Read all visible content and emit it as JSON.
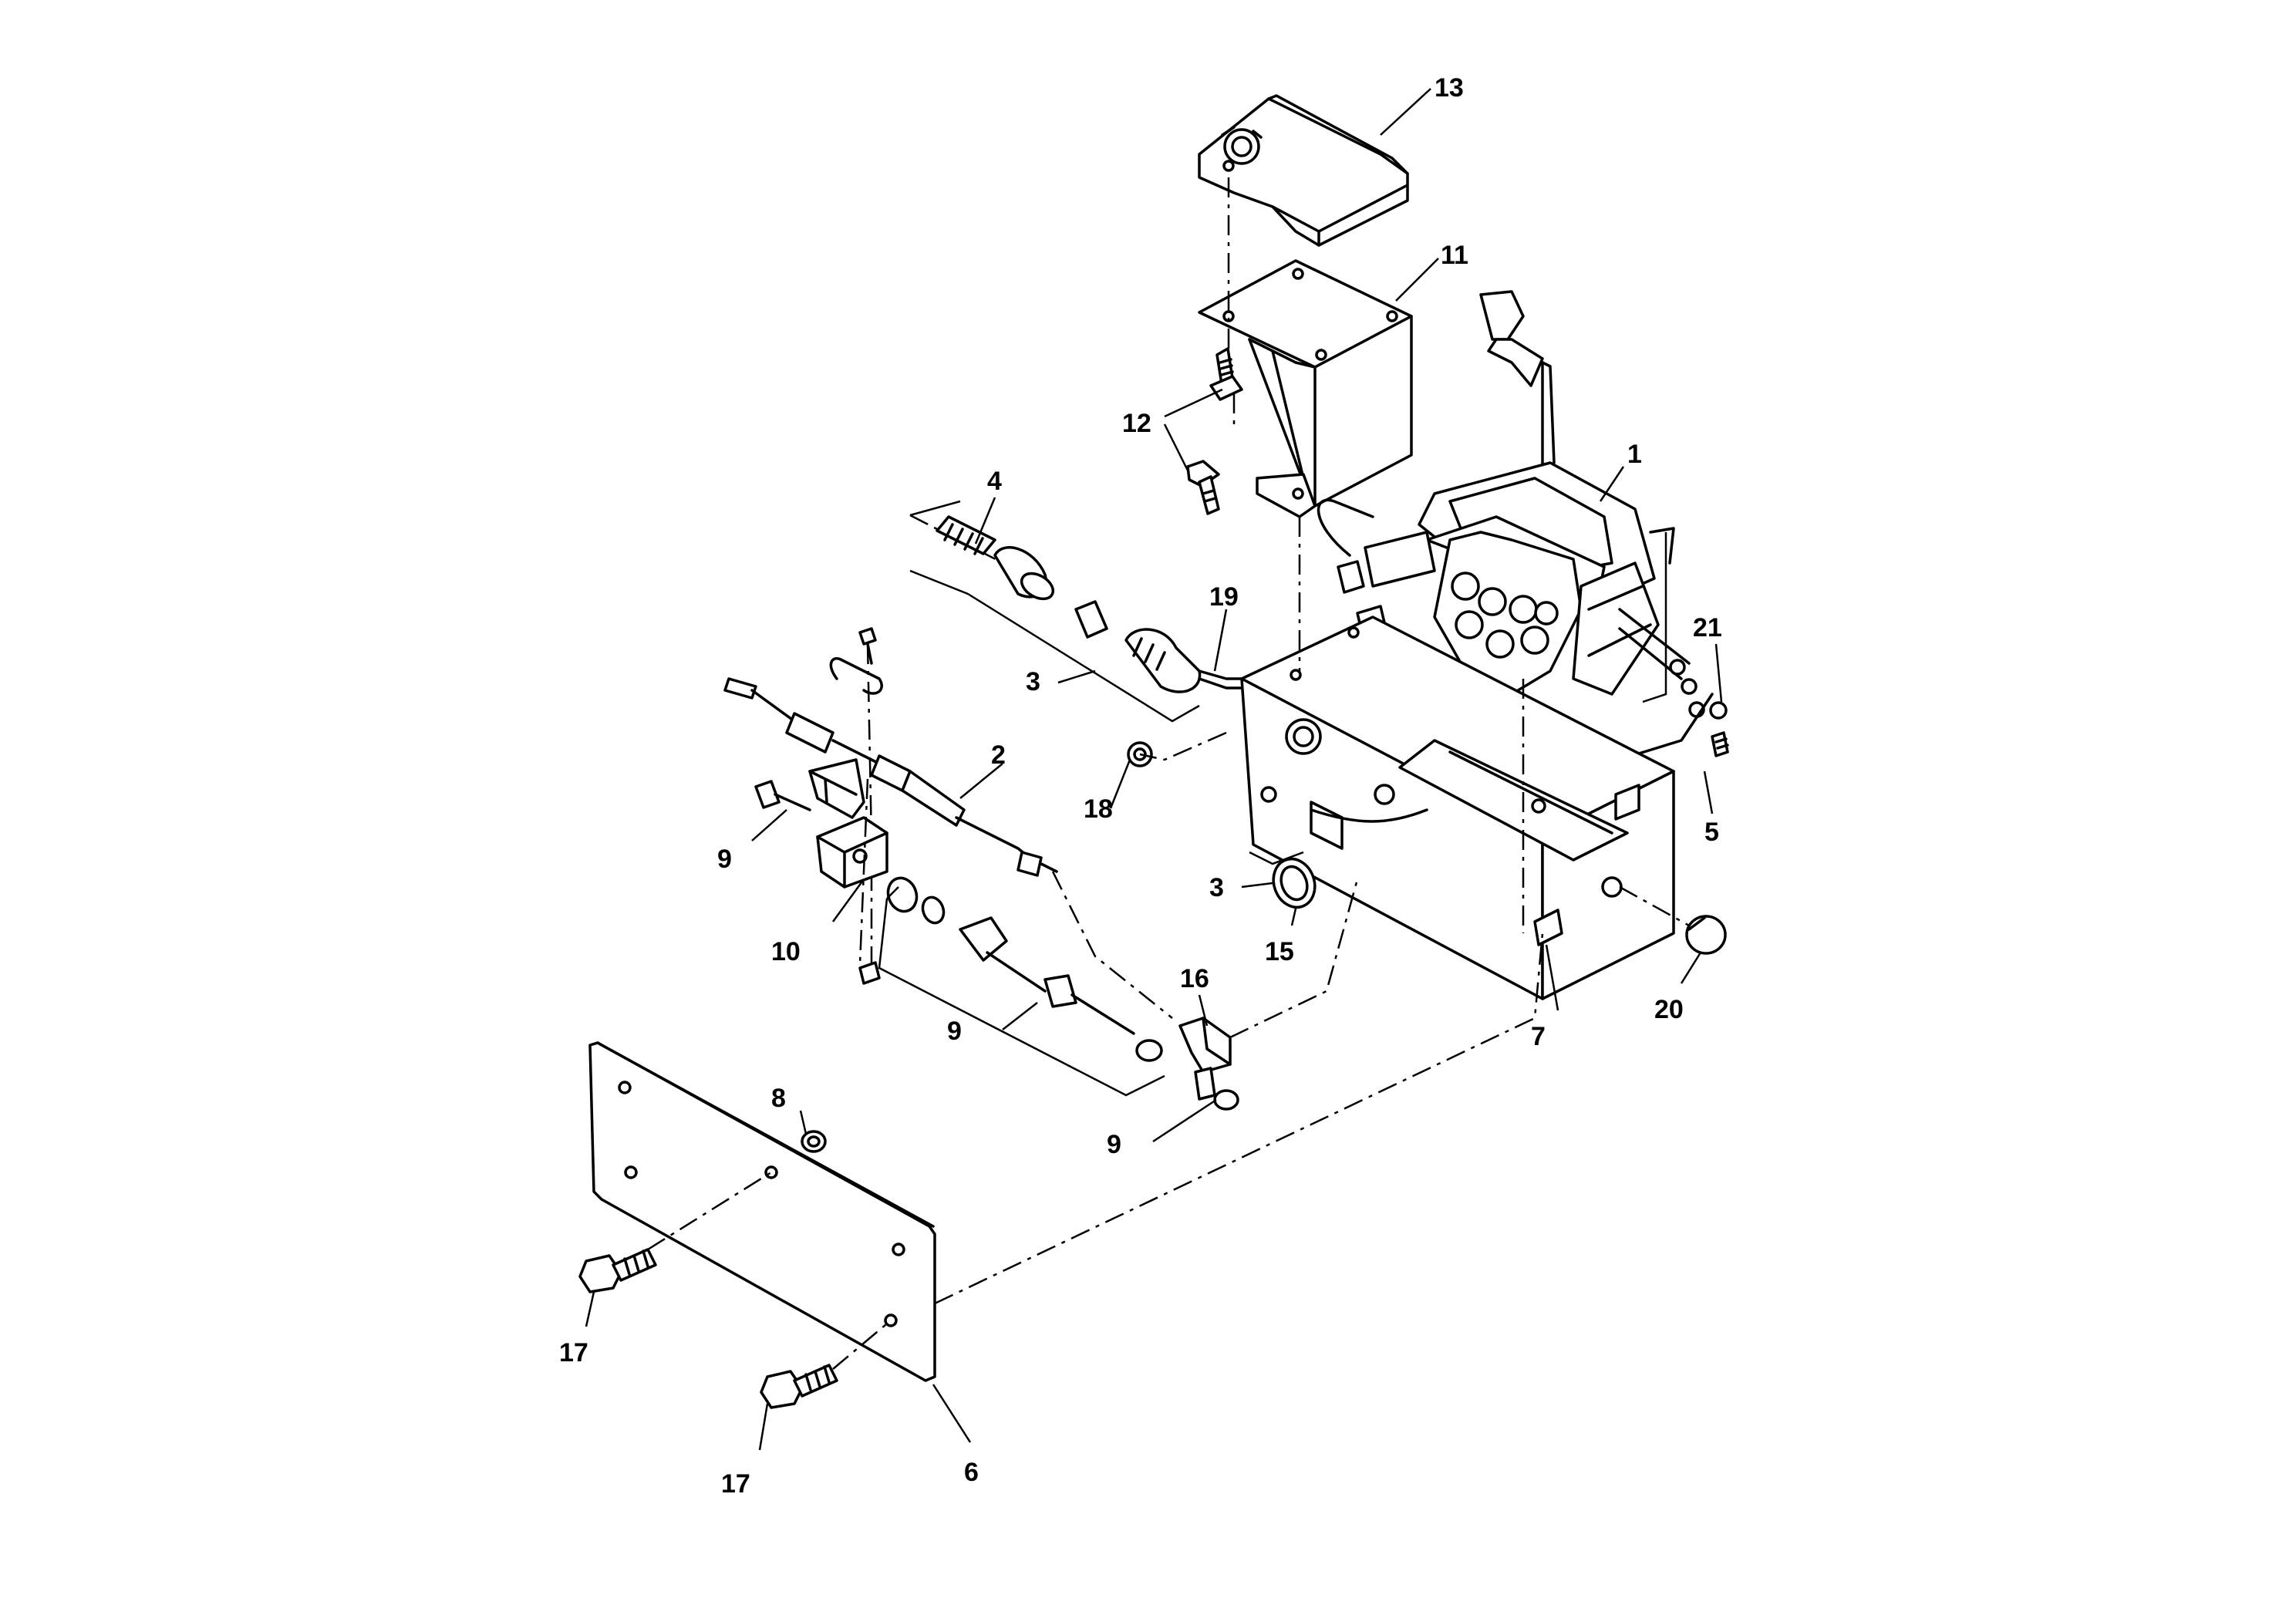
{
  "diagram": {
    "type": "exploded parts diagram",
    "callouts": [
      {
        "id": "c13",
        "text": "13"
      },
      {
        "id": "c11",
        "text": "11"
      },
      {
        "id": "c12",
        "text": "12"
      },
      {
        "id": "c1",
        "text": "1"
      },
      {
        "id": "c4",
        "text": "4"
      },
      {
        "id": "c19",
        "text": "19"
      },
      {
        "id": "c21",
        "text": "21"
      },
      {
        "id": "c3a",
        "text": "3"
      },
      {
        "id": "c2",
        "text": "2"
      },
      {
        "id": "c18",
        "text": "18"
      },
      {
        "id": "c5",
        "text": "5"
      },
      {
        "id": "c9a",
        "text": "9"
      },
      {
        "id": "c3b",
        "text": "3"
      },
      {
        "id": "c10",
        "text": "10"
      },
      {
        "id": "c15",
        "text": "15"
      },
      {
        "id": "c16",
        "text": "16"
      },
      {
        "id": "c9b",
        "text": "9"
      },
      {
        "id": "c7",
        "text": "7"
      },
      {
        "id": "c20",
        "text": "20"
      },
      {
        "id": "c8",
        "text": "8"
      },
      {
        "id": "c9c",
        "text": "9"
      },
      {
        "id": "c17a",
        "text": "17"
      },
      {
        "id": "c17b",
        "text": "17"
      },
      {
        "id": "c6",
        "text": "6"
      }
    ]
  }
}
